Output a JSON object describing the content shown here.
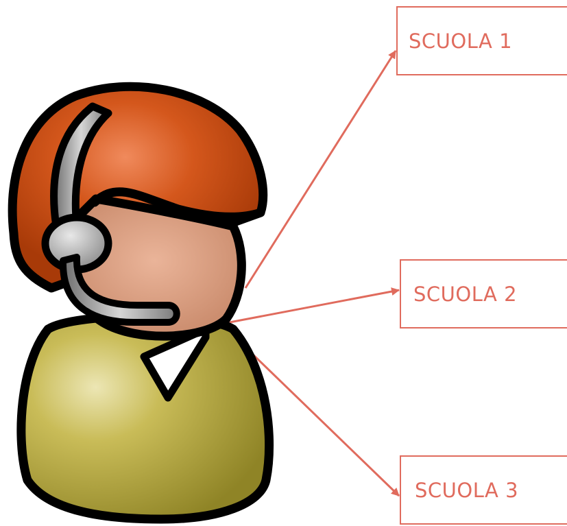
{
  "diagram": {
    "colors": {
      "accent": "#e06b5d",
      "hair": "#c84a14",
      "skin": "#d89878",
      "shirt": "#c2b44a",
      "headset": "#9a9a9a",
      "outline": "#000000"
    },
    "operator_icon": "call-center-operator-icon",
    "nodes": [
      {
        "label": "SCUOLA 1"
      },
      {
        "label": "SCUOLA 2"
      },
      {
        "label": "SCUOLA 3"
      }
    ]
  }
}
